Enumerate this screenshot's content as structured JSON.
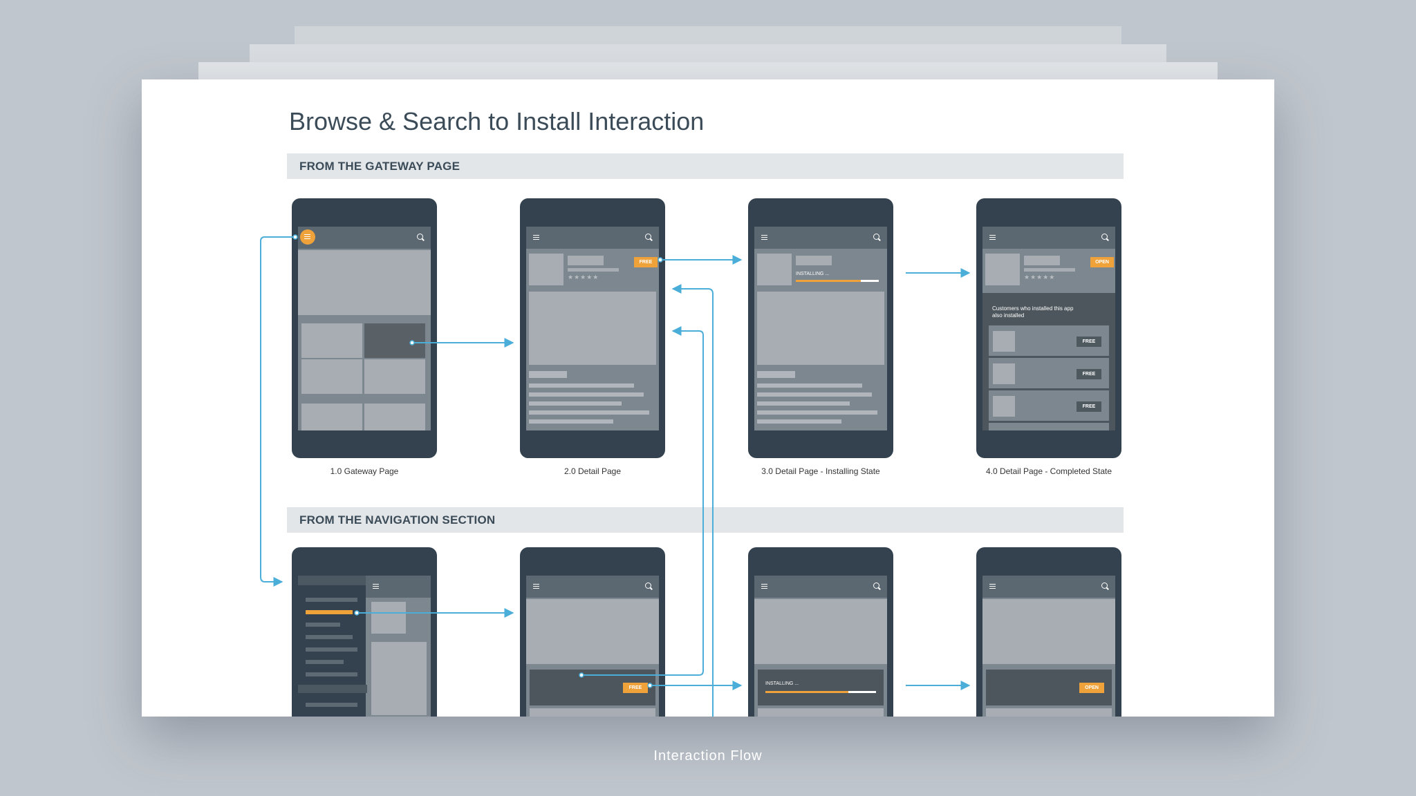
{
  "title": "Browse & Search to Install Interaction",
  "sections": {
    "gateway": "FROM THE GATEWAY PAGE",
    "navigation": "FROM THE NAVIGATION SECTION"
  },
  "captions": {
    "c1": "1.0 Gateway Page",
    "c2": "2.0 Detail Page",
    "c3": "3.0 Detail Page - Installing State",
    "c4": "4.0 Detail Page - Completed State"
  },
  "buttons": {
    "free": "FREE",
    "open": "OPEN"
  },
  "installing": "INSTALLING ...",
  "installing_short": "INSTALLING ...",
  "install_progress": 0.78,
  "install_progress_nav": 0.75,
  "rating_stars": "★★★★★",
  "recommend_text": "Customers who installed this app also installed",
  "footer_caption": "Interaction Flow",
  "colors": {
    "background": "#c0c6cd",
    "phone": "#33424e",
    "accent": "#f0a23a",
    "connector": "#4aaed9"
  },
  "icons": [
    "menu-icon",
    "search-icon",
    "star-icon"
  ]
}
